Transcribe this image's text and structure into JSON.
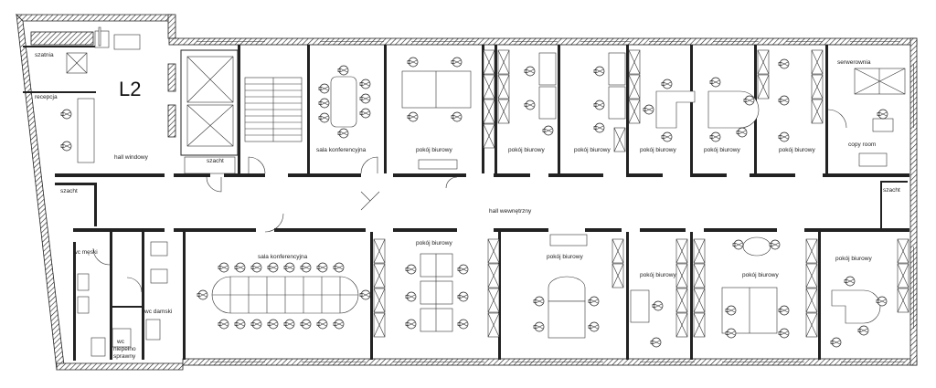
{
  "floor_label": "L2",
  "rooms": {
    "szatnia": "szatnia",
    "recepcja": "recepcja",
    "hall_windowy": "hall windowy",
    "szacht_1": "szacht",
    "szacht_2": "szacht",
    "szacht_3": "szacht",
    "sala_konf_top": "sala konferencyjna",
    "biuro_1": "pokój biurowy",
    "biuro_2": "pokój biurowy",
    "biuro_3": "pokój biurowy",
    "biuro_4": "pokój biurowy",
    "biuro_5": "pokój biurowy",
    "biuro_6": "pokój biurowy",
    "serwerownia": "serwerownia",
    "copy_room": "copy room",
    "hall_wewnetrzny": "hall wewnętrzny",
    "wc_meski": "wc męski",
    "wc_damski": "wc damski",
    "wc_niepelno_1": "wc",
    "wc_niepelno_2": "niepełno",
    "wc_niepelno_3": "sprawny",
    "sala_konf_bottom": "sala konferencyjna",
    "biuro_b1": "pokój biurowy",
    "biuro_b2": "pokój biurowy",
    "biuro_b3": "pokój biurowy",
    "biuro_b4": "pokój biurowy",
    "biuro_b5": "pokój biurowy"
  }
}
